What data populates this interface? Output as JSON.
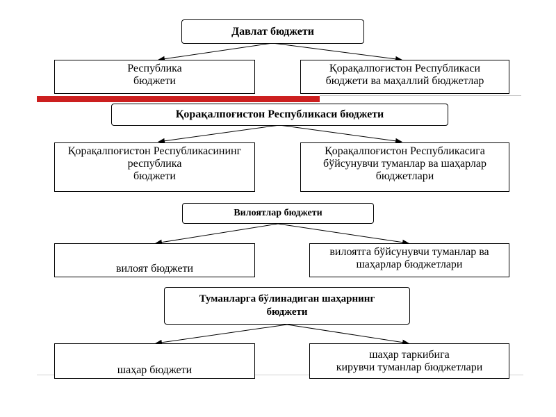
{
  "colors": {
    "accent_red": "#cc1f1f",
    "rule_gray": "#c8c8c8",
    "border": "#000000",
    "text": "#000000"
  },
  "s1": {
    "header": "Давлат бюджети",
    "left": [
      "Республика",
      "бюджети"
    ],
    "right": [
      "Қорақалпоғистон Республикаси",
      "бюджети ва маҳаллий бюджетлар"
    ]
  },
  "s2": {
    "header": "Қорақалпоғистон Республикаси бюджети",
    "left": [
      "Қорақалпоғистон Республикасининг",
      "республика",
      "бюджети"
    ],
    "right": [
      "Қорақалпоғистон Республикасига",
      "бўйсунувчи туманлар ва шаҳарлар",
      "бюджетлари"
    ]
  },
  "s3": {
    "header": "Вилоятлар бюджети",
    "left": [
      "вилоят бюджети"
    ],
    "right": [
      "вилоятга бўйсунувчи туманлар ва",
      "шаҳарлар бюджетлари"
    ]
  },
  "s4": {
    "header": [
      "Туманларга бўлинадиган шаҳарнинг",
      "бюджети"
    ],
    "left": [
      "шаҳар бюджети"
    ],
    "right": [
      "шаҳар таркибига",
      "кирувчи туманлар бюджетлари"
    ]
  }
}
